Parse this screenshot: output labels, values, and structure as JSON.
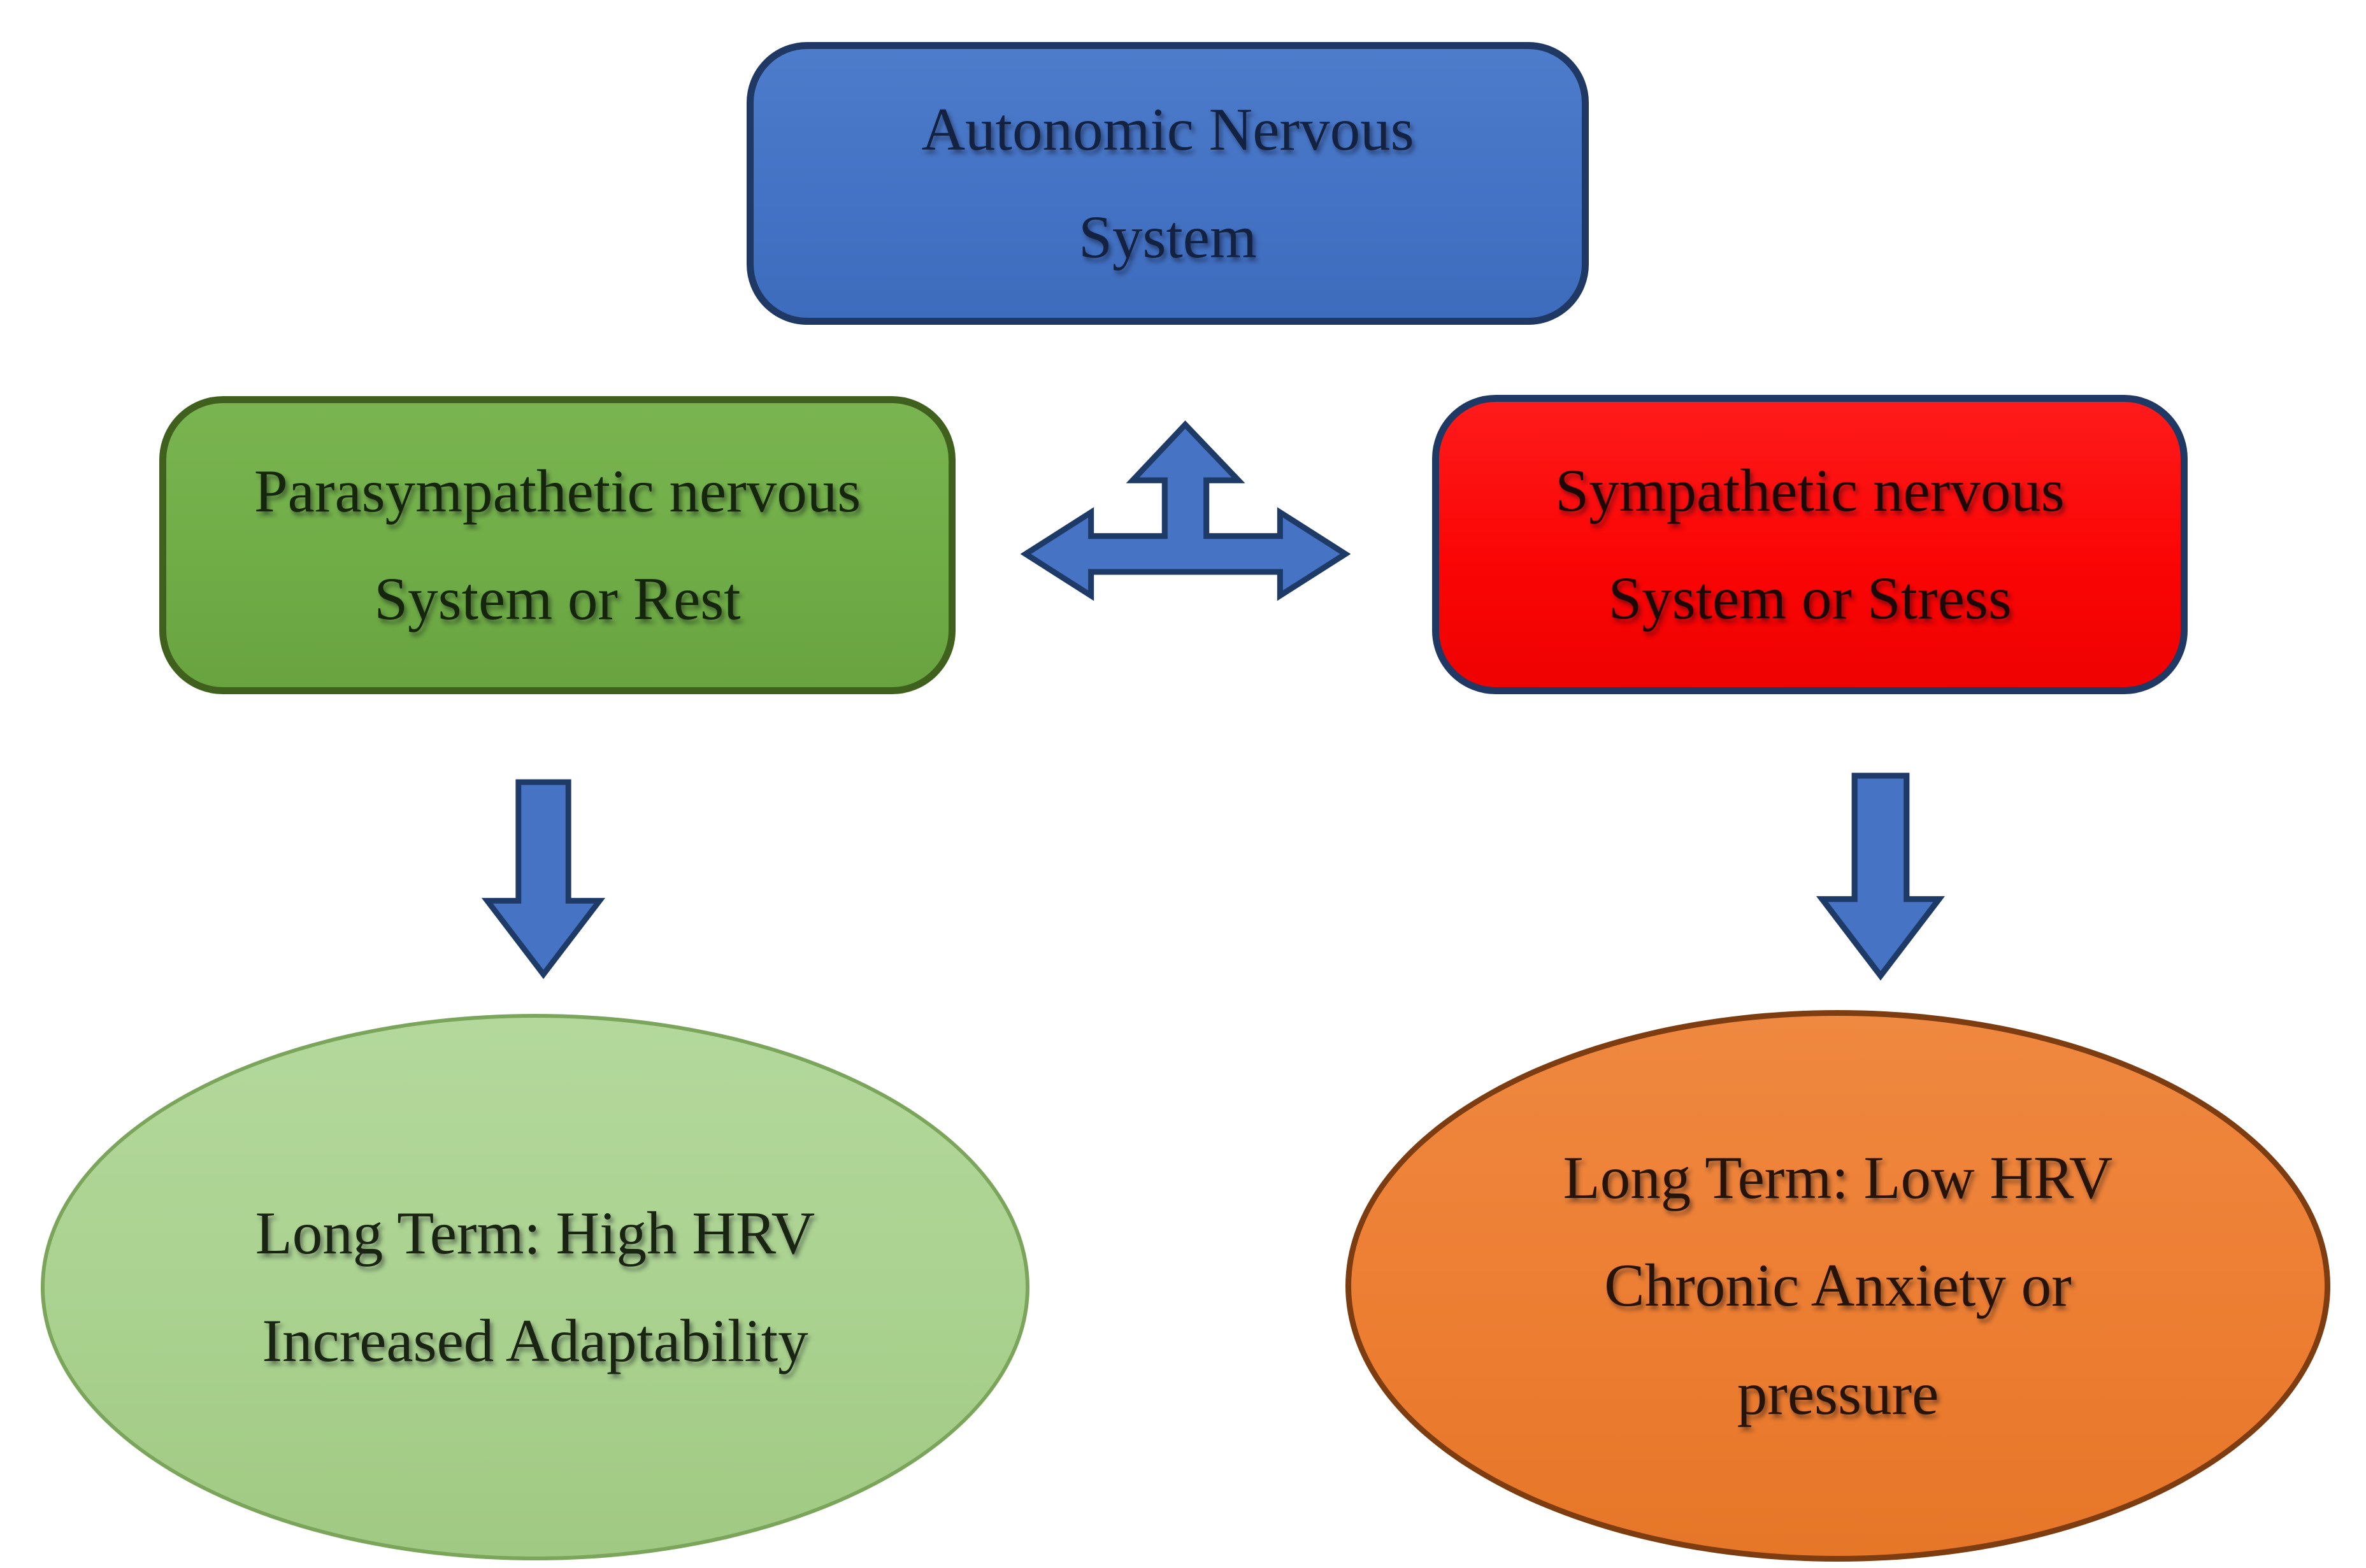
{
  "diagram": {
    "background_color": "#ffffff",
    "nodes": {
      "autonomic": {
        "lines": [
          "Autonomic Nervous",
          "System"
        ],
        "shape": "rounded-rectangle",
        "fill": "#4472c4",
        "border_color": "#1f3864",
        "text_color": "#132240"
      },
      "parasympathetic": {
        "lines": [
          "Parasympathetic nervous",
          "System or Rest"
        ],
        "shape": "rounded-rectangle",
        "fill": "#70ad47",
        "border_color": "#3f611d",
        "text_color": "#15260d"
      },
      "sympathetic": {
        "lines": [
          "Sympathetic nervous",
          "System or Stress"
        ],
        "shape": "rounded-rectangle",
        "fill": "#fb0505",
        "border_color": "#1f3864",
        "text_color": "#1e0707"
      },
      "rest_outcome": {
        "lines": [
          "Long Term: High HRV",
          "Increased Adaptability"
        ],
        "shape": "ellipse",
        "fill": "#a9d18e",
        "border_color": "#7aa55a",
        "text_color": "#1a2412"
      },
      "stress_outcome": {
        "lines": [
          "Long Term: Low HRV",
          "Chronic Anxiety or",
          "pressure"
        ],
        "shape": "ellipse",
        "fill": "#ec7d31",
        "border_color": "#7d3d10",
        "text_color": "#261409"
      }
    },
    "connectors": {
      "three_way_arrow": {
        "directions": [
          "up",
          "left",
          "right"
        ],
        "fill": "#4472c4",
        "border_color": "#1f3864"
      },
      "down_arrow_left": {
        "direction": "down",
        "fill": "#4472c4",
        "border_color": "#1f3864"
      },
      "down_arrow_right": {
        "direction": "down",
        "fill": "#4472c4",
        "border_color": "#1f3864"
      }
    }
  }
}
